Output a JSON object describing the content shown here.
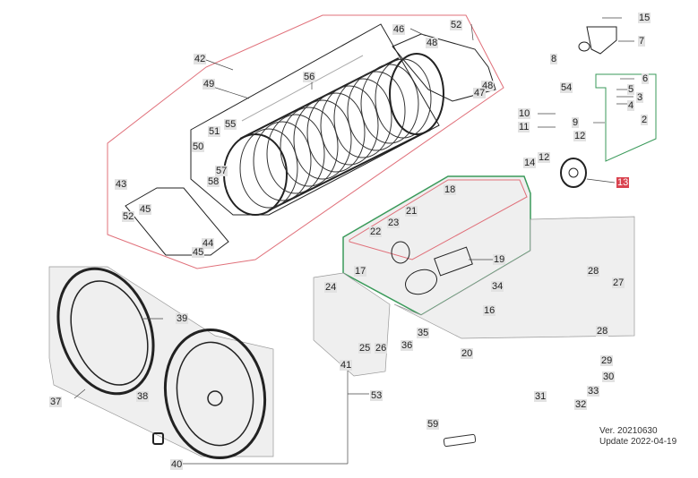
{
  "labels": {
    "l2": "2",
    "l3": "3",
    "l4": "4",
    "l5": "5",
    "l6": "6",
    "l7": "7",
    "l8": "8",
    "l9": "9",
    "l10": "10",
    "l11": "11",
    "l12a": "12",
    "l12b": "12",
    "l13": "13",
    "l14": "14",
    "l15": "15",
    "l16": "16",
    "l17": "17",
    "l18": "18",
    "l19": "19",
    "l20": "20",
    "l21": "21",
    "l22": "22",
    "l23": "23",
    "l24": "24",
    "l25": "25",
    "l26": "26",
    "l27": "27",
    "l28a": "28",
    "l28b": "28",
    "l29": "29",
    "l30": "30",
    "l31": "31",
    "l32": "32",
    "l33": "33",
    "l34": "34",
    "l35": "35",
    "l36": "36",
    "l37": "37",
    "l38": "38",
    "l39": "39",
    "l40": "40",
    "l41": "41",
    "l42": "42",
    "l43": "43",
    "l44": "44",
    "l45a": "45",
    "l45b": "45",
    "l46": "46",
    "l47": "47",
    "l48a": "48",
    "l48b": "48",
    "l49": "49",
    "l50": "50",
    "l51": "51",
    "l52a": "52",
    "l52b": "52",
    "l53": "53",
    "l54": "54",
    "l55": "55",
    "l56": "56",
    "l57": "57",
    "l58": "58",
    "l59": "59"
  },
  "version": {
    "line1": "Ver. 20210630",
    "line2": "Update 2022-04-19"
  },
  "colors": {
    "red_group": "#e0707a",
    "green_group": "#3a9a5a",
    "highlight": "#d9434f",
    "panel": "#eeeeee"
  }
}
